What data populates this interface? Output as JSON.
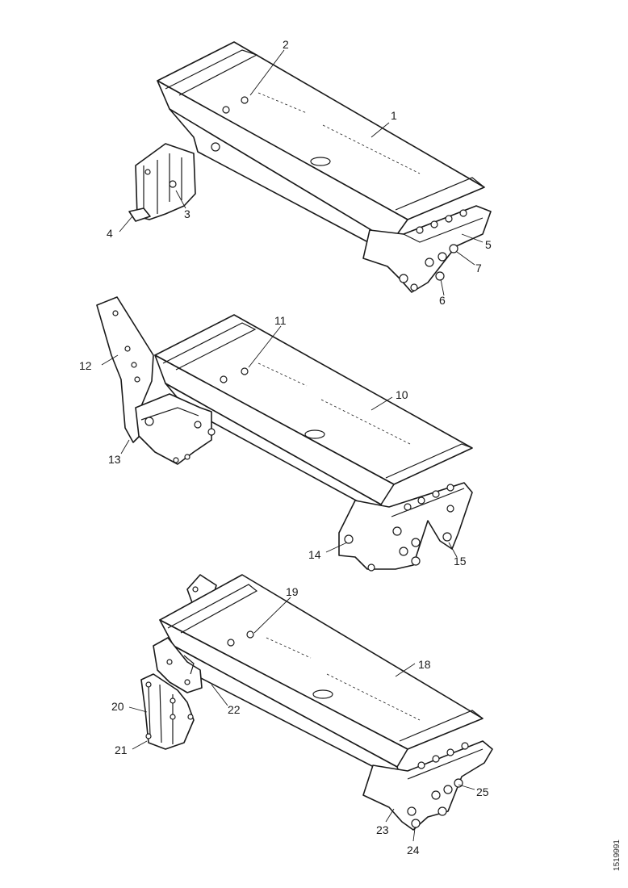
{
  "figure": {
    "reference_code": "1519991",
    "assemblies": [
      {
        "callouts": [
          "1",
          "2",
          "3",
          "4",
          "5",
          "6",
          "7"
        ]
      },
      {
        "callouts": [
          "10",
          "11",
          "12",
          "13",
          "14",
          "15"
        ]
      },
      {
        "callouts": [
          "18",
          "19",
          "20",
          "21",
          "22",
          "23",
          "24",
          "25"
        ]
      }
    ]
  }
}
